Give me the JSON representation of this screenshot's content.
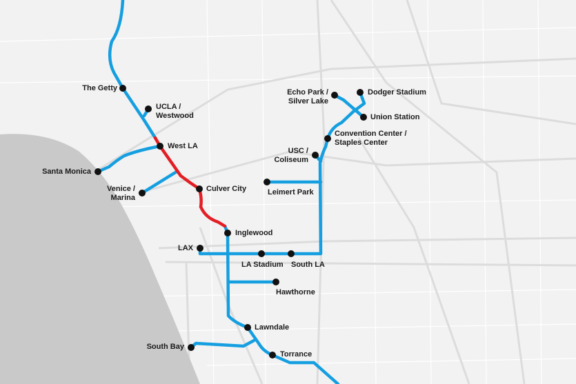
{
  "colors": {
    "land": "#f2f2f2",
    "ocean": "#c9c9c9",
    "road": "#dcdcdc",
    "street": "#ffffff",
    "line": "#159fe0",
    "segment_highlight": "#e31e24",
    "station": "#111111"
  },
  "stations": {
    "getty": "The Getty",
    "ucla": "UCLA /\nWestwood",
    "westla": "West LA",
    "santamonica": "Santa Monica",
    "venice": "Venice /\nMarina",
    "culver": "Culver City",
    "inglewood": "Inglewood",
    "lax": "LAX",
    "lastadium": "LA Stadium",
    "southla": "South LA",
    "hawthorne": "Hawthorne",
    "lawndale": "Lawndale",
    "southbay": "South Bay",
    "torrance": "Torrance",
    "leimert": "Leimert Park",
    "usc": "USC /\nColiseum",
    "convention": "Convention Center /\nStaples Center",
    "echo": "Echo Park /\nSilver Lake",
    "dodger": "Dodger Stadium",
    "union": "Union Station"
  }
}
